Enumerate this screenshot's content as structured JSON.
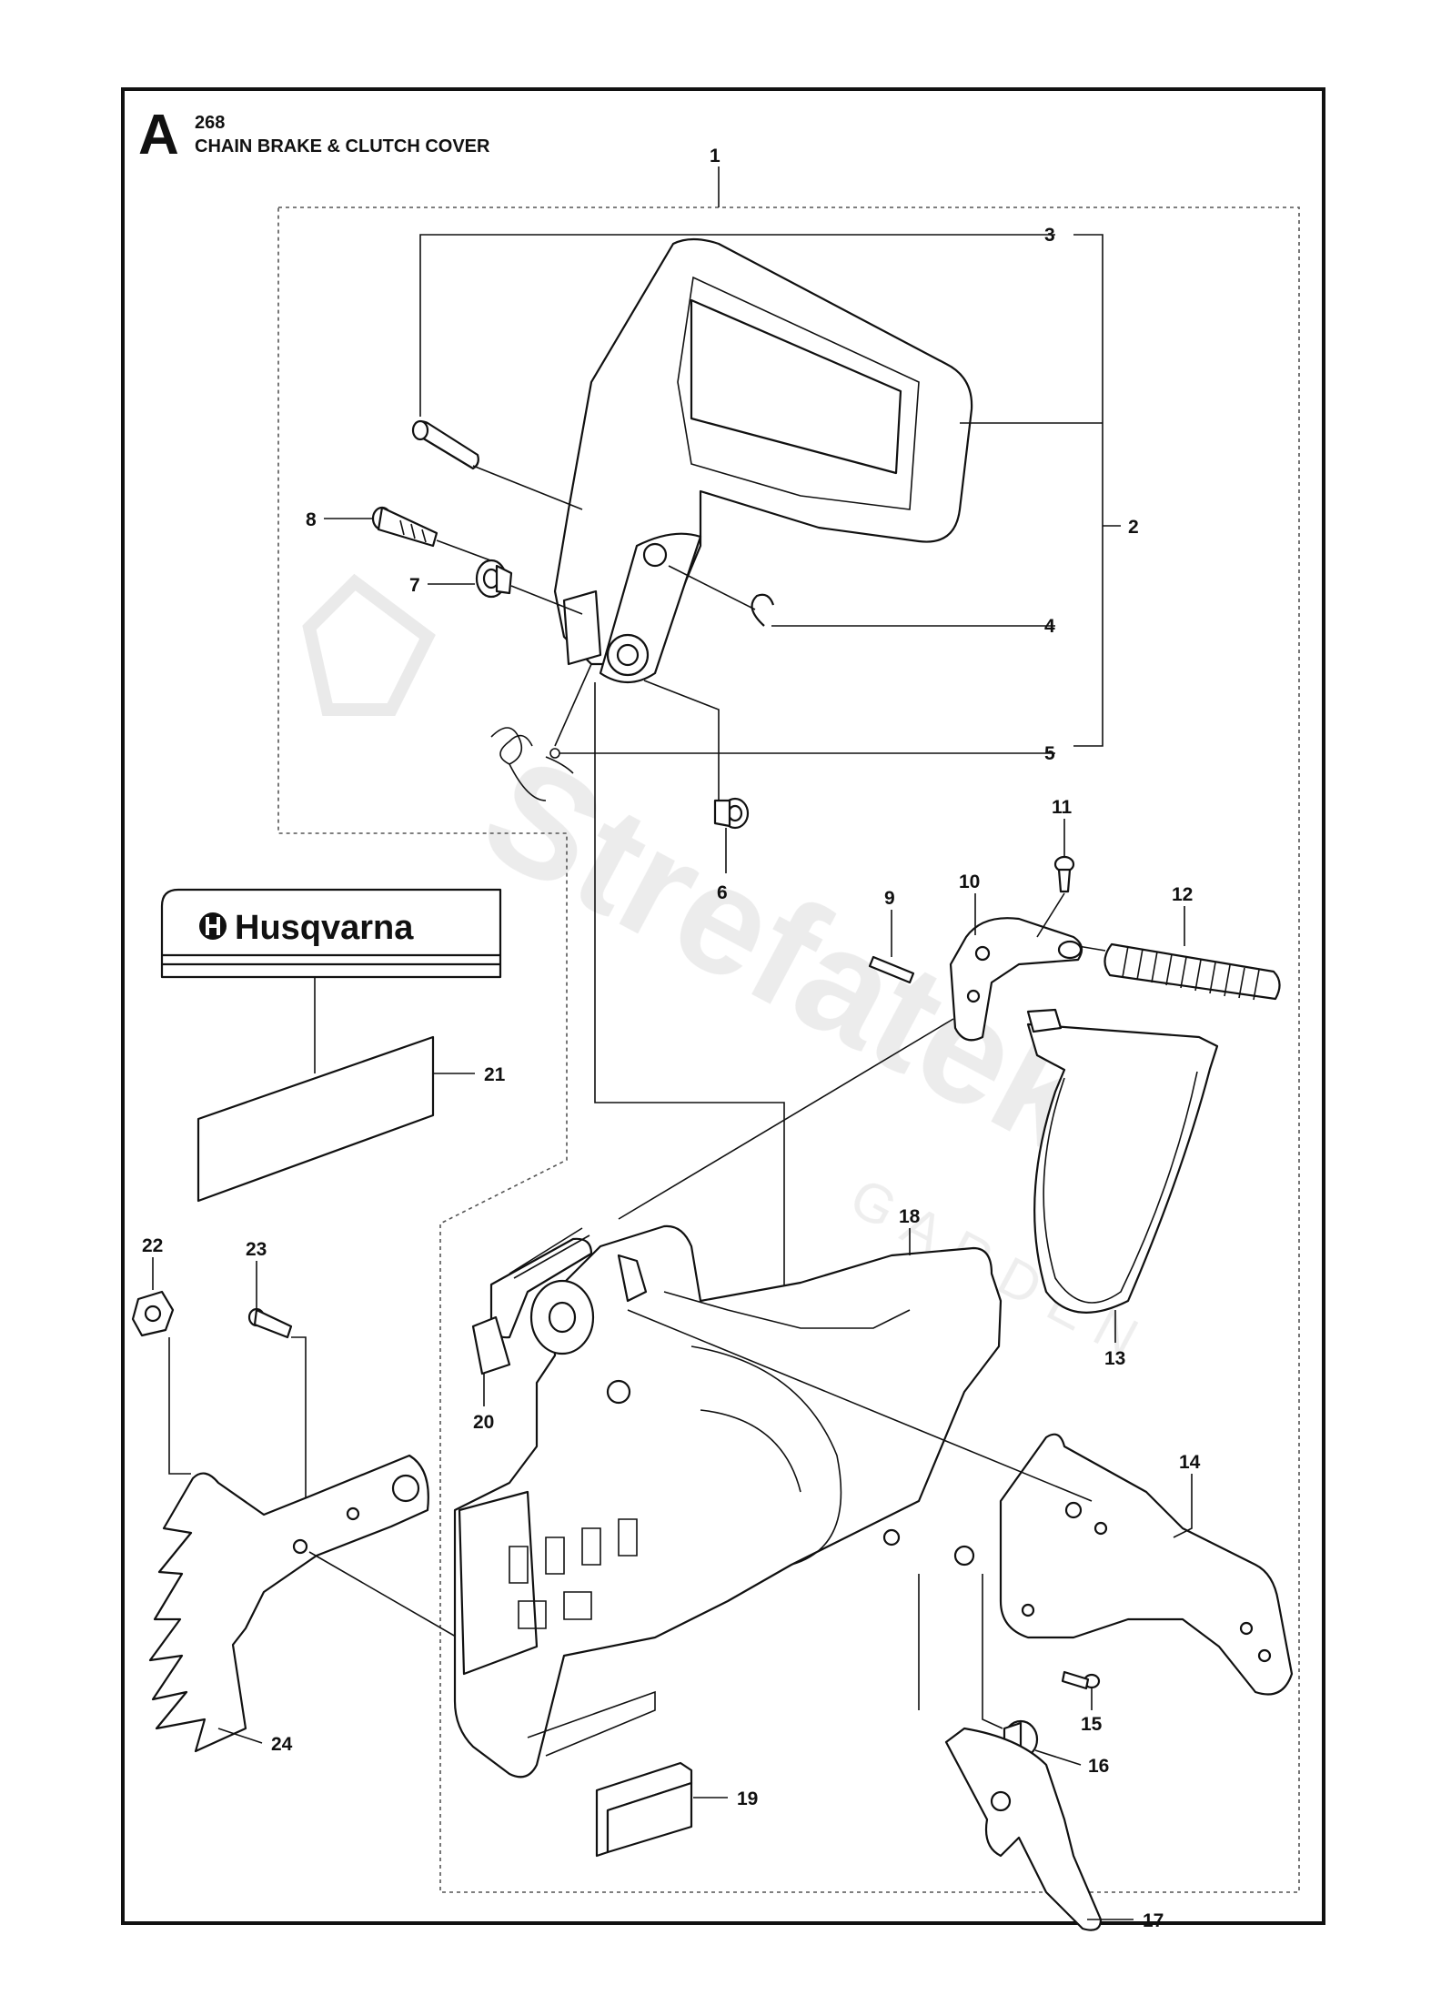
{
  "header": {
    "section_letter": "A",
    "model": "268",
    "title": "CHAIN BRAKE & CLUTCH COVER"
  },
  "decal": {
    "brand_text": "Husqvarna"
  },
  "watermark": {
    "brand": "Strefatek",
    "sub": "GARDEN"
  },
  "callouts": [
    "1",
    "2",
    "3",
    "4",
    "5",
    "6",
    "7",
    "8",
    "9",
    "10",
    "11",
    "12",
    "13",
    "14",
    "15",
    "16",
    "17",
    "18",
    "19",
    "20",
    "21",
    "22",
    "23",
    "24"
  ],
  "colors": {
    "line": "#111111",
    "background": "#ffffff",
    "watermark": "#d9d9d9"
  }
}
